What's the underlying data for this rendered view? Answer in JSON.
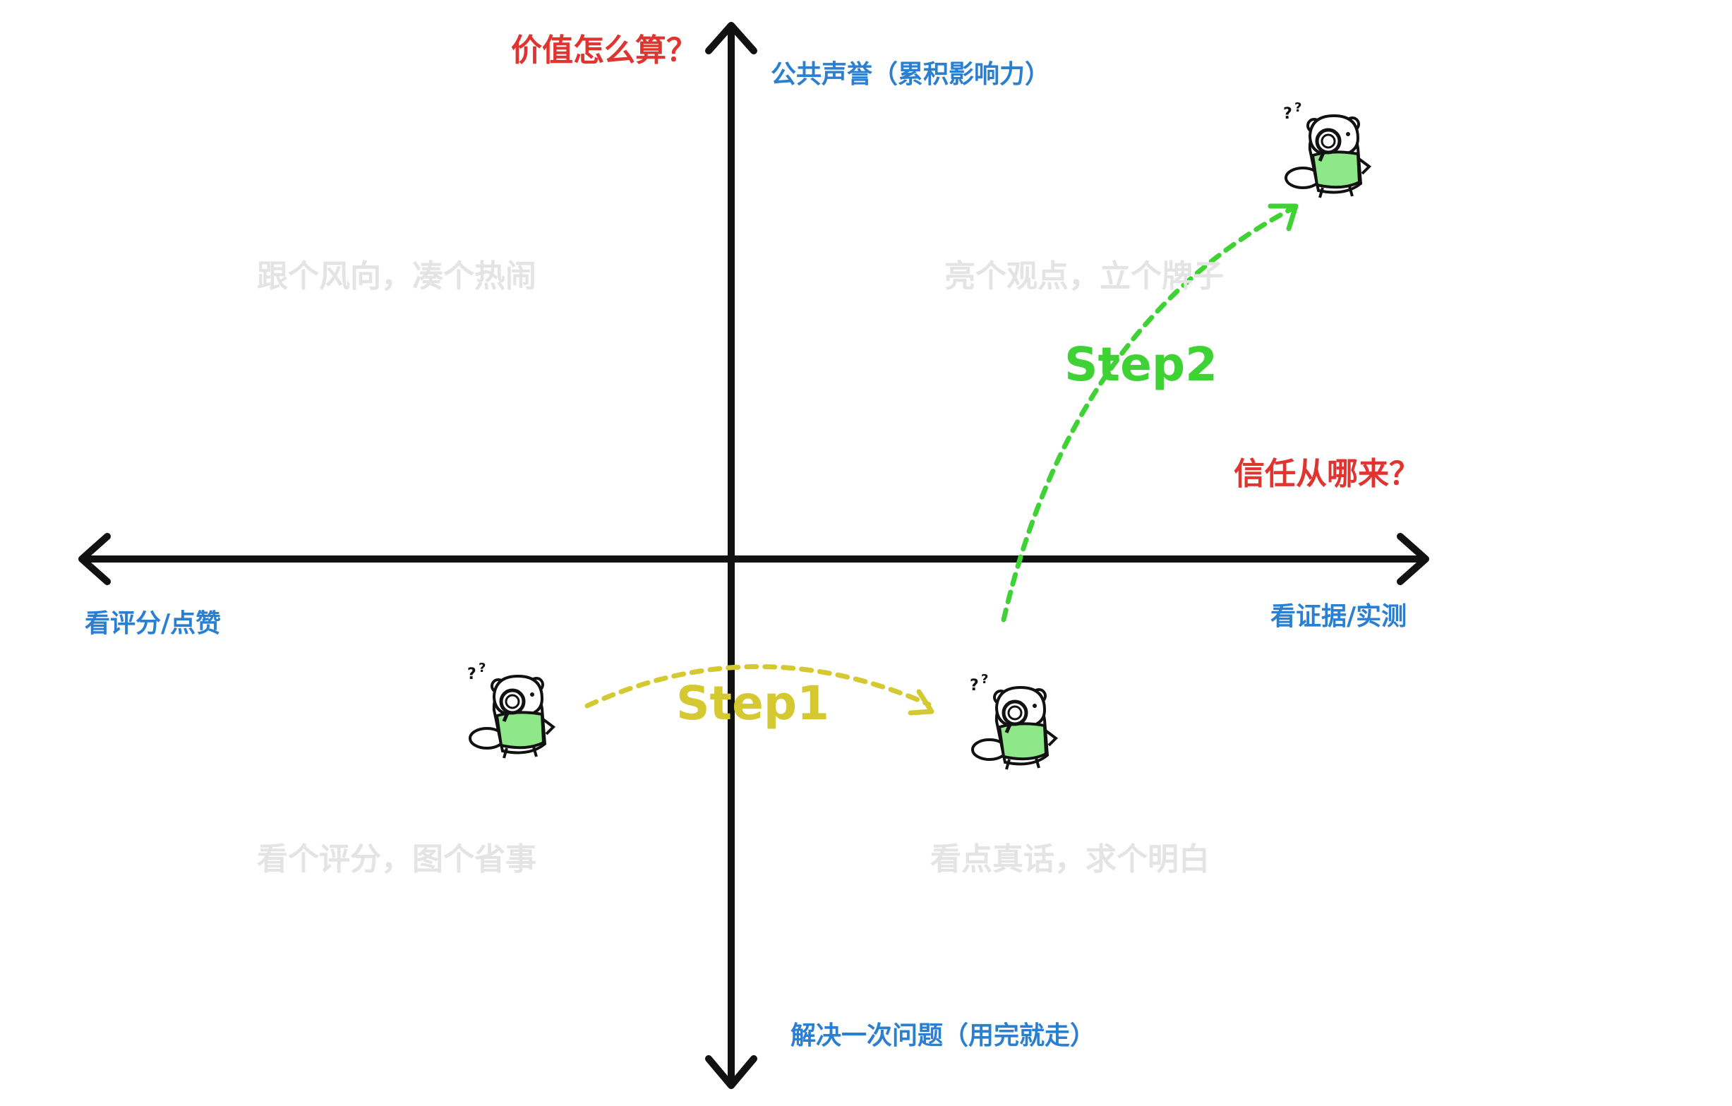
{
  "axes": {
    "y_question": "价值怎么算？",
    "y_top": "公共声誉（累积影响力）",
    "y_bottom": "解决一次问题（用完就走）",
    "x_question": "信任从哪来？",
    "x_left": "看评分/点赞",
    "x_right": "看证据/实测"
  },
  "quadrants": {
    "top_left": "跟个风向，凑个热闹",
    "top_right": "亮个观点，立个牌子",
    "bottom_left": "看个评分，图个省事",
    "bottom_right": "看点真话，求个明白"
  },
  "steps": {
    "step1": "Step1",
    "step2": "Step2"
  },
  "colors": {
    "question": "#e03430",
    "axis_label": "#2b7fd1",
    "quadrant_text": "#e4e4e4",
    "step1": "#d4c930",
    "step2": "#3fd234",
    "mascot_shirt": "#8ee88a"
  },
  "icons": [
    "beaver-magnifier-icon",
    "beaver-magnifier-icon",
    "beaver-magnifier-icon"
  ]
}
